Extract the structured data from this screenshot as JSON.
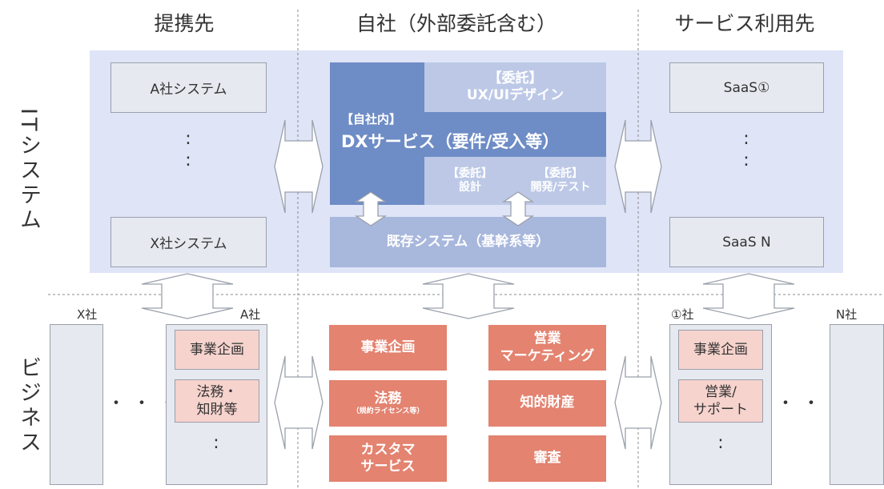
{
  "columns": {
    "partner": "提携先",
    "own": "自社（外部委託含む）",
    "service": "サービス利用先"
  },
  "rows": {
    "it": "ITシステム",
    "business": "ビジネス"
  },
  "partner_it": {
    "a_system": "A社システム",
    "x_system": "X社システム",
    "dots": ":"
  },
  "own_it": {
    "inhouse_tag": "【自社内】",
    "inhouse_title": "DXサービス（要件/受入等）",
    "ux_tag": "【委託】",
    "ux_title": "UX/UIデザイン",
    "design_tag": "【委託】",
    "design_title": "設計",
    "dev_tag": "【委託】",
    "dev_title": "開発/テスト",
    "legacy": "既存システム（基幹系等）"
  },
  "service_it": {
    "saas1": "SaaS①",
    "saasn": "SaaS N",
    "dots": ":"
  },
  "partner_biz": {
    "x_label": "X社",
    "a_label": "A社",
    "planning": "事業企画",
    "legal_line1": "法務・",
    "legal_line2": "知財等",
    "hdots": "・・・",
    "vdots": ":"
  },
  "own_biz": {
    "planning": "事業企画",
    "sales_line1": "営業",
    "sales_line2": "マーケティング",
    "legal": "法務",
    "legal_note": "（規約ライセンス等）",
    "ip": "知的財産",
    "cs_line1": "カスタマ",
    "cs_line2": "サービス",
    "review": "審査"
  },
  "service_biz": {
    "one_label": "①社",
    "n_label": "N社",
    "planning": "事業企画",
    "sales_line1": "営業/",
    "sales_line2": "サポート",
    "hdots": "・・・",
    "vdots": ":"
  },
  "colors": {
    "it_band": "#dfe4f7",
    "inhouse": "#6e8cc6",
    "outsourced": "#bcc8e6",
    "legacy": "#a8b7dc",
    "business_own": "#e38370",
    "business_pink": "#f6d3cd"
  }
}
